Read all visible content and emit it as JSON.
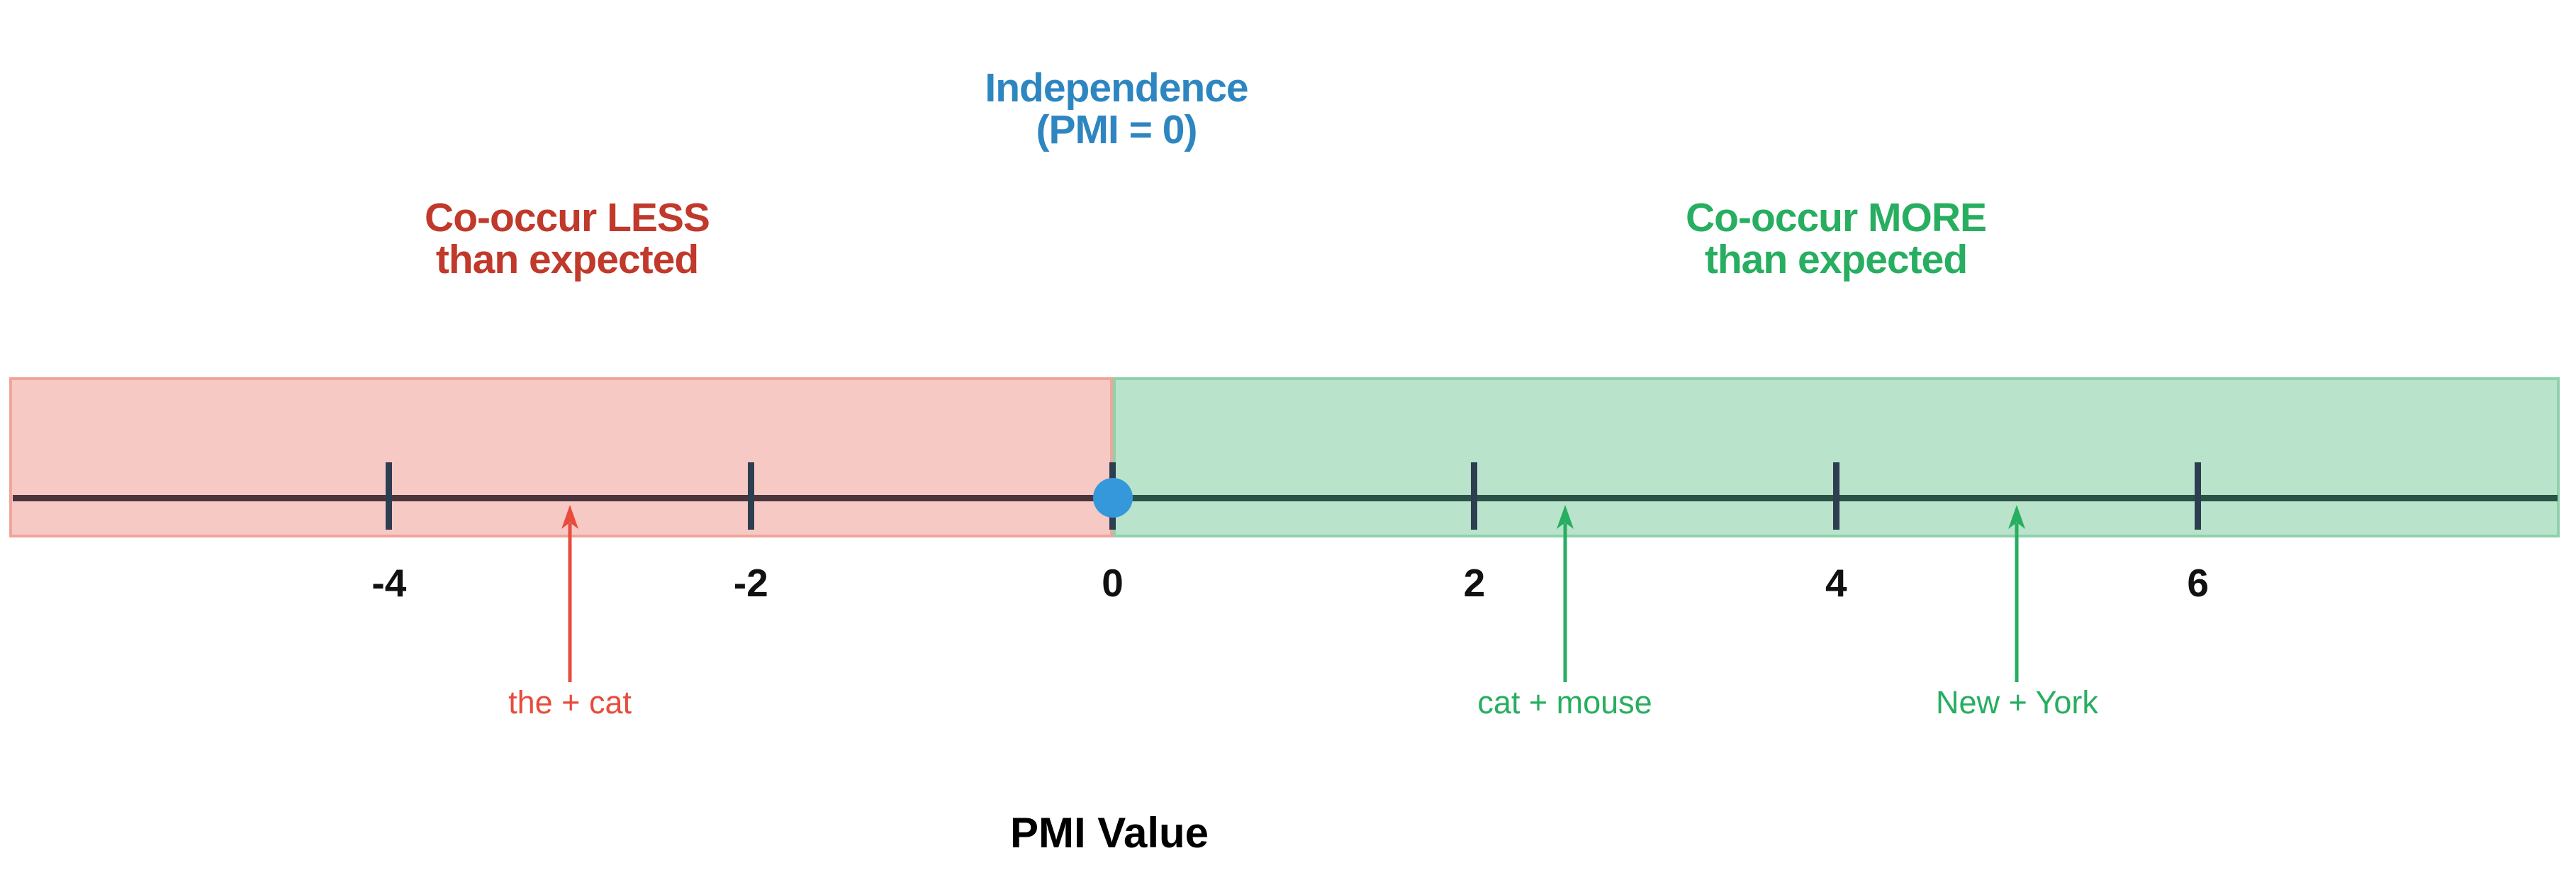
{
  "labels": {
    "independence": {
      "line1": "Independence",
      "line2": "(PMI = 0)"
    },
    "less": {
      "line1": "Co-occur LESS",
      "line2": "than expected"
    },
    "more": {
      "line1": "Co-occur MORE",
      "line2": "than expected"
    },
    "axis_title": "PMI Value"
  },
  "colors": {
    "independence_blue": "#2e86c1",
    "less_red": "#c0392b",
    "more_green": "#27ae60",
    "tick": "#2c3e50",
    "tick_label": "#111111",
    "zero_dot_blue": "#3498db"
  },
  "chart_data": {
    "type": "line",
    "title": "Independence (PMI = 0)",
    "xlabel": "PMI Value",
    "xlim": [
      -6.1,
      8.0
    ],
    "grid": false,
    "ticks": [
      {
        "value": -4,
        "label": "-4"
      },
      {
        "value": -2,
        "label": "-2"
      },
      {
        "value": 0,
        "label": "0"
      },
      {
        "value": 2,
        "label": "2"
      },
      {
        "value": 4,
        "label": "4"
      },
      {
        "value": 6,
        "label": "6"
      }
    ],
    "regions": [
      {
        "name": "co-occur-less-than-expected",
        "from": -6.1,
        "to": 0,
        "fill": "#f6c9c4",
        "edge": "#f0a49b",
        "line": "#4a353c"
      },
      {
        "name": "co-occur-more-than-expected",
        "from": 0,
        "to": 8.0,
        "fill": "#b9e3cb",
        "edge": "#8fd1ac",
        "line": "#2b5246"
      }
    ],
    "zero_marker": {
      "x": 0,
      "color": "#3498db"
    },
    "annotations": [
      {
        "text": "the + cat",
        "x": -3,
        "color": "#e74c3c"
      },
      {
        "text": "cat + mouse",
        "x": 2.5,
        "color": "#27ae60"
      },
      {
        "text": "New + York",
        "x": 5,
        "color": "#27ae60"
      }
    ]
  }
}
